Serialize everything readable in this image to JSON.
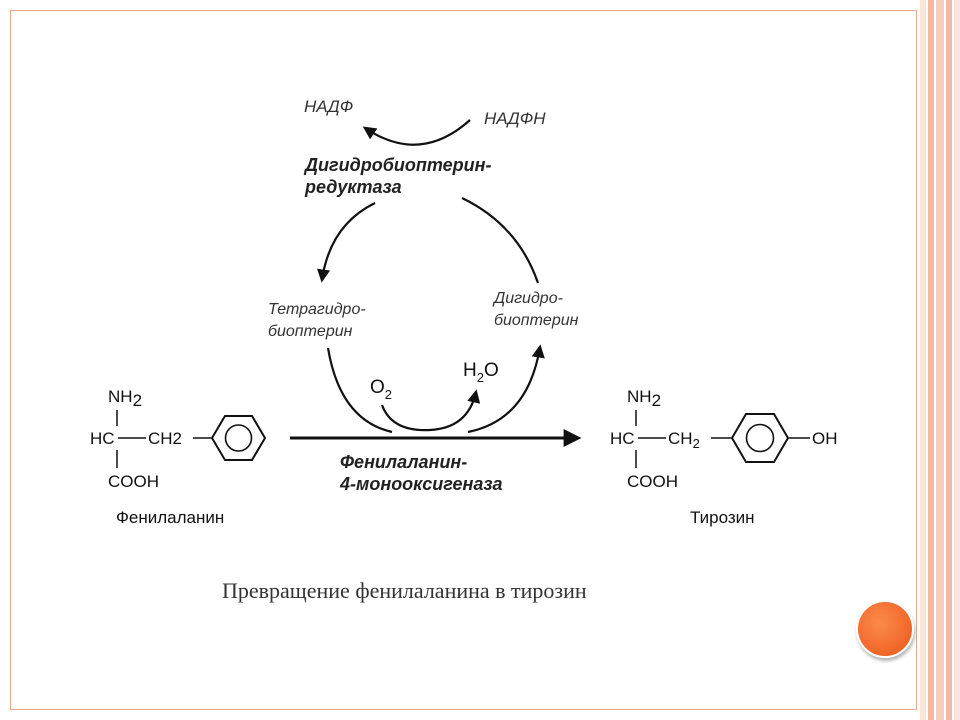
{
  "cofactors": {
    "nadp": "НАДФ",
    "nadph": "НАДФН"
  },
  "enzyme_reductase": {
    "line1": "Дигидробиоптерин-",
    "line2": "редуктаза"
  },
  "cycle": {
    "tetrahydro": {
      "line1": "Тетрагидро-",
      "line2": "биоптерин"
    },
    "dihydro": {
      "line1": "Дигидро-",
      "line2": "биоптерин"
    }
  },
  "reaction": {
    "o2": "O",
    "o2_sub": "2",
    "h2o_h": "H",
    "h2o_sub": "2",
    "h2o_o": "O"
  },
  "enzyme_hydroxylase": {
    "line1": "Фенилаланин-",
    "line2": "4-монооксигеназа"
  },
  "phenylalanine": {
    "nh2": "NH",
    "nh2_sub": "2",
    "hc": "HC",
    "ch2": "CH2",
    "cooh": "COOH",
    "name": "Фенилаланин"
  },
  "tyrosine": {
    "nh2": "NH",
    "nh2_sub": "2",
    "hc": "HC",
    "ch2": "CH",
    "ch2_sub": "2",
    "oh": "OH",
    "cooh": "COOH",
    "name": "Тирозин"
  },
  "caption": "Превращение фенилаланина в тирозин",
  "colors": {
    "frame": "#e8a992",
    "stripe_light": "#fbe4da",
    "stripe_dark": "#f3b9a3",
    "accent_orb": "#f26b2d"
  }
}
